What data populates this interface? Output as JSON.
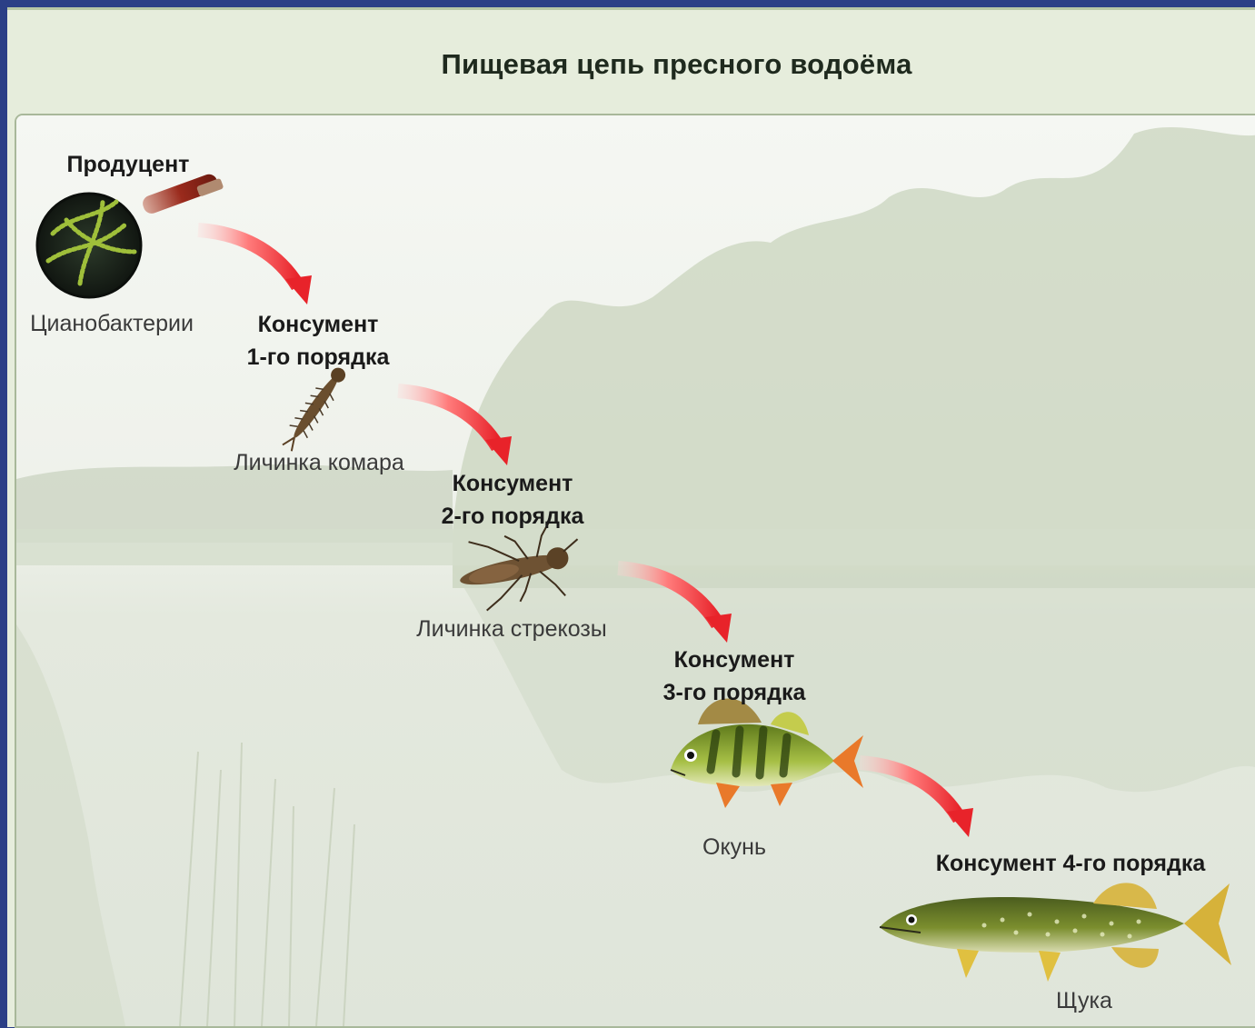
{
  "title": "Пищевая цепь пресного водоёма",
  "chain": [
    {
      "role": "Продуцент",
      "organism": "Цианобактерии",
      "icon": "cyanobacteria-icon"
    },
    {
      "role_line1": "Консумент",
      "role_line2": "1-го порядка",
      "organism": "Личинка комара",
      "icon": "mosquito-larva-icon"
    },
    {
      "role_line1": "Консумент",
      "role_line2": "2-го порядка",
      "organism": "Личинка стрекозы",
      "icon": "dragonfly-larva-icon"
    },
    {
      "role_line1": "Консумент",
      "role_line2": "3-го порядка",
      "organism": "Окунь",
      "icon": "perch-icon"
    },
    {
      "role": "Консумент 4-го порядка",
      "organism": "Щука",
      "icon": "pike-icon"
    }
  ],
  "colors": {
    "arrow": "#e8232a",
    "background": "#2b3f86",
    "panel_title": "#e6eddc"
  }
}
